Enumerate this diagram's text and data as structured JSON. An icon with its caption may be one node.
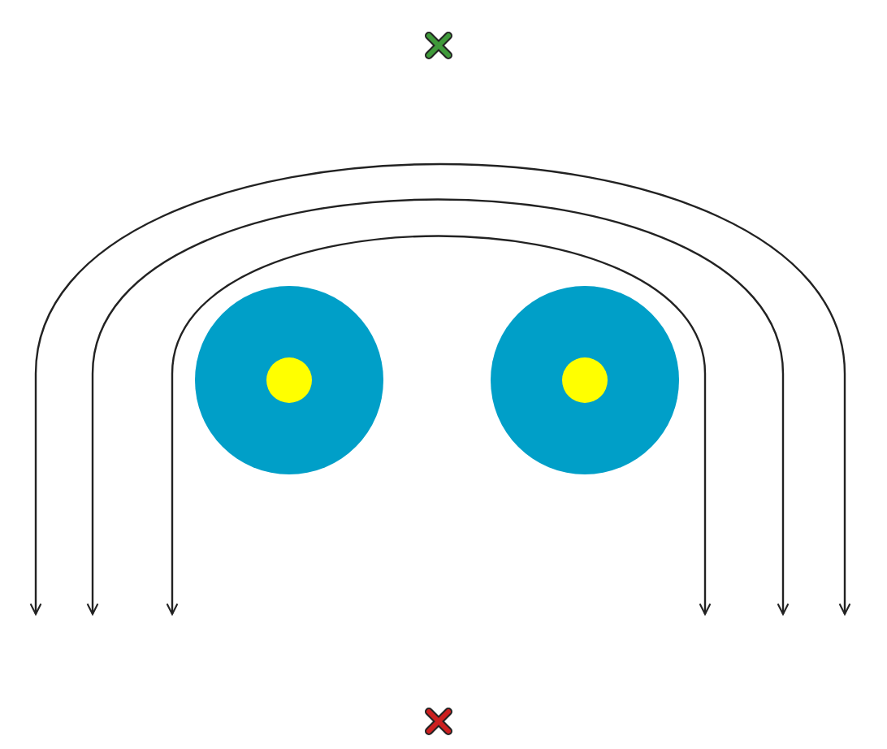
{
  "diagram": {
    "nodes": [
      {
        "text": [],
        "shape": "cross"
      },
      {
        "text": [],
        "shape": "circle"
      },
      {
        "text": [],
        "shape": "circle"
      },
      {
        "text": [],
        "shape": "cross"
      }
    ]
  }
}
